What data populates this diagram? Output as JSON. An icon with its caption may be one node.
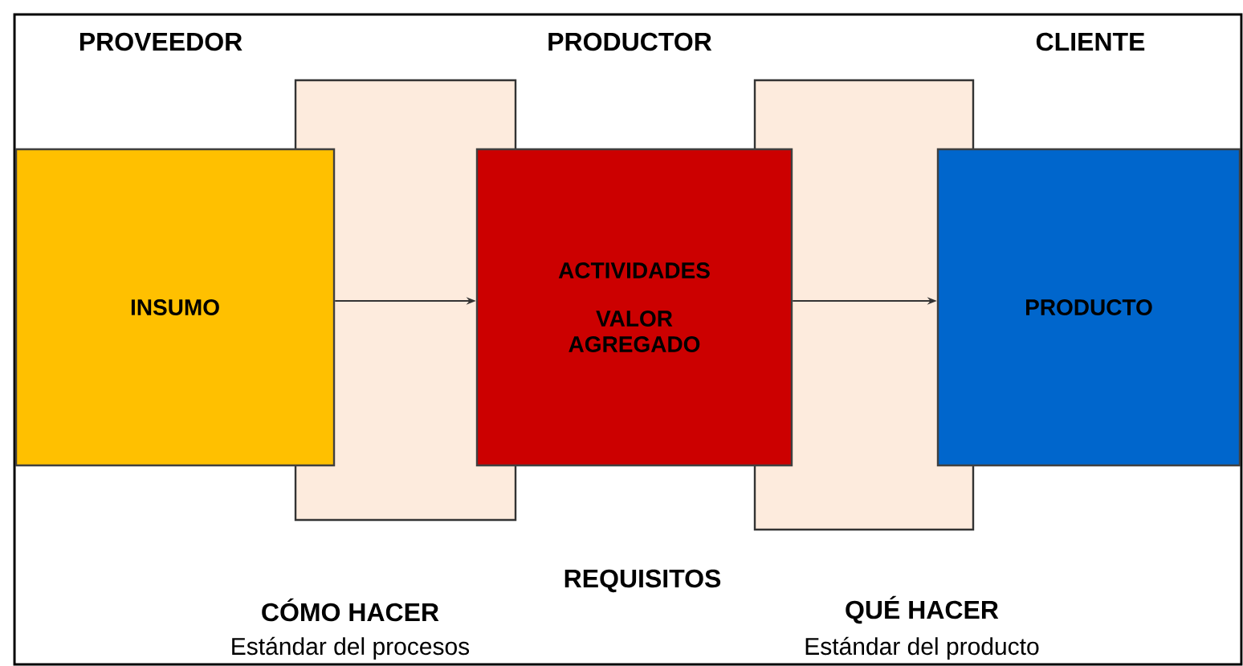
{
  "diagram": {
    "nodes": [
      {
        "text": [
          "INSUMO"
        ]
      },
      {
        "text": [
          "ACTIVIDADES",
          "VALOR AGREGADO"
        ]
      },
      {
        "text": [
          "PRODUCTO"
        ]
      }
    ],
    "edges": [
      {
        "from": 0,
        "to": 1,
        "arrow": "to"
      },
      {
        "from": 1,
        "to": 2,
        "arrow": "to"
      }
    ],
    "labels": [
      "PROVEEDOR",
      "PRODUCTOR",
      "CLIENTE",
      "REQUISITOS",
      "CÓMO HACER",
      "Estándar del procesos",
      "QUÉ HACER",
      "Estándar del producto"
    ]
  }
}
